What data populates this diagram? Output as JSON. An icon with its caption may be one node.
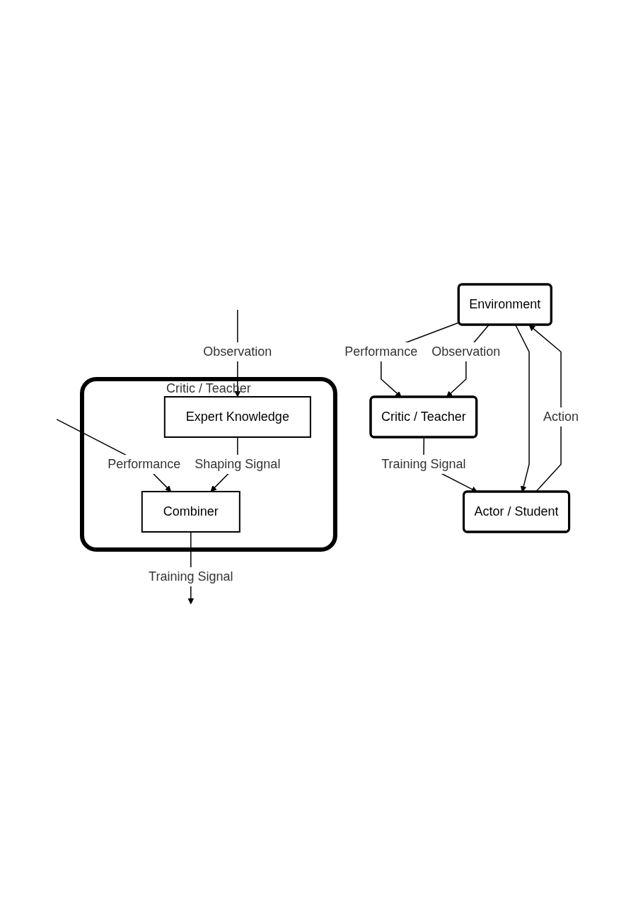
{
  "diagram": {
    "nodes": [
      {
        "text": [
          "Environment"
        ]
      },
      {
        "text": [
          "Critic / Teacher"
        ]
      },
      {
        "text": [
          "Actor / Student"
        ]
      },
      {
        "text": [
          "Critic / Teacher"
        ]
      },
      {
        "text": [
          "Expert Knowledge"
        ],
        "in": 3
      },
      {
        "text": [
          "Combiner"
        ],
        "in": 3
      }
    ],
    "edges": [
      {
        "from": 0,
        "to": 1,
        "arrow": "to",
        "label": "Performance"
      },
      {
        "from": 1,
        "to": 2,
        "arrow": "to",
        "label": "Training Signal"
      },
      {
        "from": 0,
        "to": 1,
        "arrow": "to",
        "label": "Observation"
      },
      {
        "from": 0,
        "to": 2,
        "arrow": "to"
      },
      {
        "from": 2,
        "to": 0,
        "arrow": "to",
        "label": "Action"
      },
      {
        "from": null,
        "to": 4,
        "arrow": "to",
        "label": "Observation"
      },
      {
        "from": null,
        "to": 5,
        "arrow": "to",
        "label": "Performance"
      },
      {
        "from": 4,
        "to": 5,
        "arrow": "to",
        "label": "Shaping Signal"
      },
      {
        "from": 5,
        "to": null,
        "arrow": "to",
        "label": "Training Signal"
      }
    ]
  }
}
